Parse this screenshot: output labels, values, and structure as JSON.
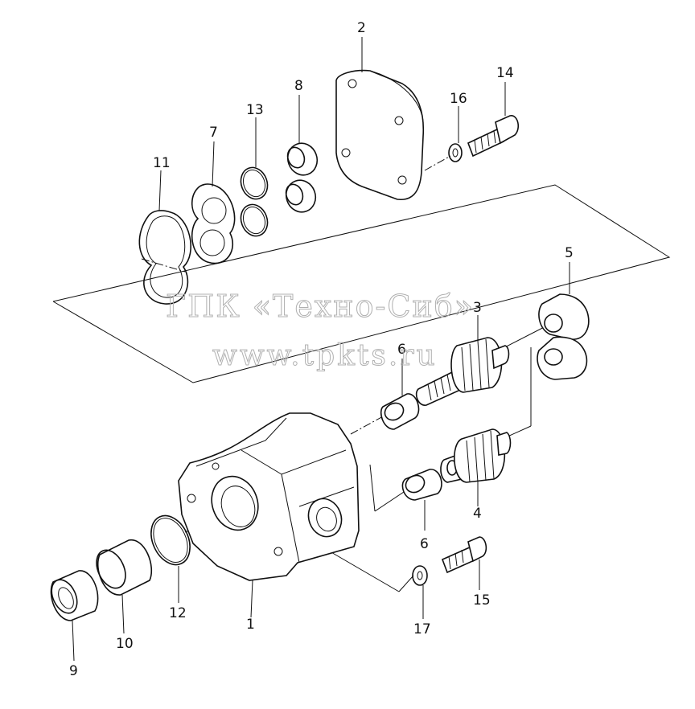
{
  "watermark": {
    "line1": "ГПК «Техно-Сиб»",
    "line2": "www.tpkts.ru"
  },
  "callouts": {
    "c1": "1",
    "c2": "2",
    "c3": "3",
    "c4": "4",
    "c5": "5",
    "c6a": "6",
    "c6b": "6",
    "c7": "7",
    "c8": "8",
    "c9": "9",
    "c10": "10",
    "c11": "11",
    "c12": "12",
    "c13": "13",
    "c14": "14",
    "c15": "15",
    "c16": "16",
    "c17": "17"
  }
}
